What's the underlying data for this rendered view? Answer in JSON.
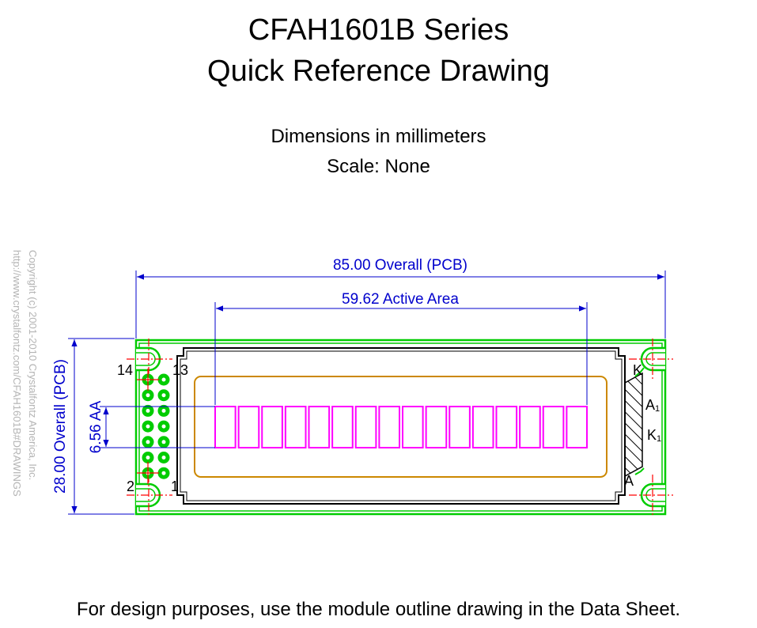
{
  "title": {
    "line1": "CFAH1601B Series",
    "line2": "Quick Reference Drawing"
  },
  "subtitle": {
    "units": "Dimensions in millimeters",
    "scale": "Scale: None"
  },
  "dimensions": {
    "overall_width": "85.00 Overall (PCB)",
    "active_area_width": "59.62 Active Area",
    "overall_height": "28.00 Overall (PCB)",
    "active_area_height": "6.56 AA"
  },
  "pins": {
    "pin14": "14",
    "pin13": "13",
    "pin2": "2",
    "pin1": "1"
  },
  "backlight_pins": {
    "k": "K",
    "a1": "A1",
    "k1": "K1",
    "a": "A"
  },
  "display": {
    "character_count": 16
  },
  "colors": {
    "pcb": "#00cc00",
    "dimension": "#0000cc",
    "active_area": "#ff00ff",
    "viewing_area": "#cc8800",
    "centerline": "#ff0000"
  },
  "copyright": {
    "line1": "Copyright (c) 2001-2010 Crystalfontz America, Inc.",
    "line2": "http://www.crystalfontz.com/CFAH1601B#DRAWINGS"
  },
  "footer": "For design purposes, use the module outline drawing in the Data Sheet."
}
